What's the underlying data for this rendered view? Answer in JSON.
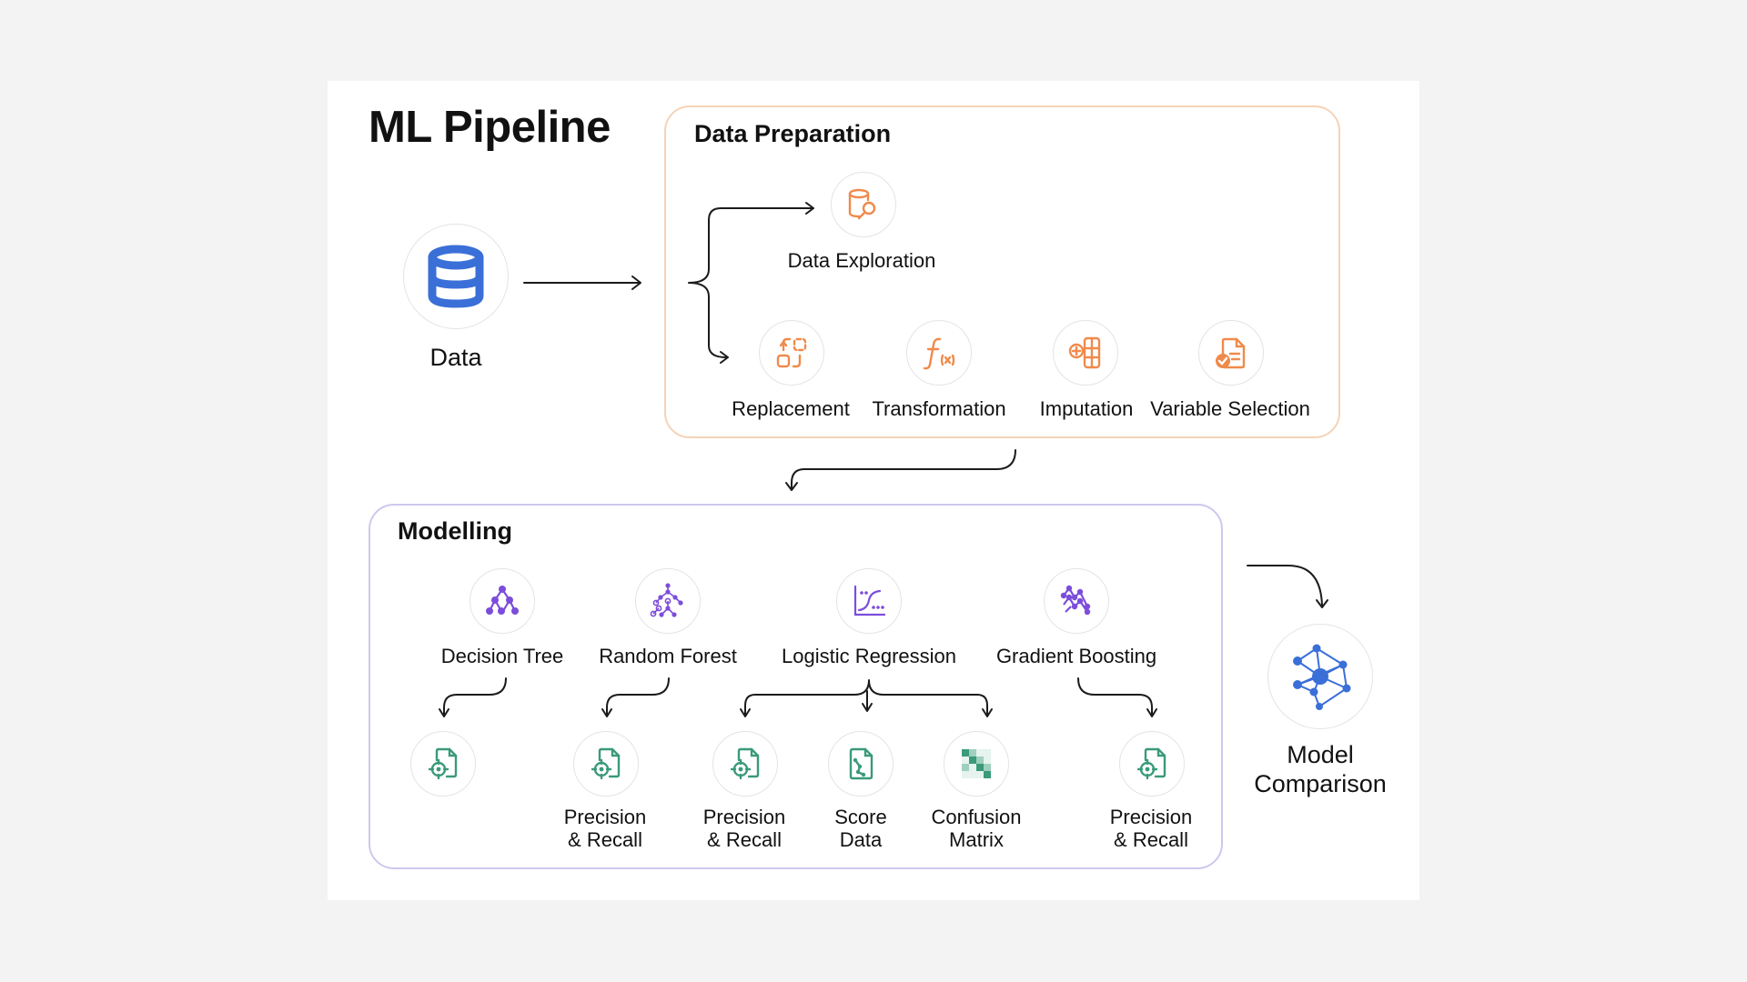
{
  "title": "ML Pipeline",
  "data_node": {
    "label": "Data",
    "icon": "database-icon"
  },
  "data_preparation": {
    "title": "Data Preparation",
    "exploration": {
      "label": "Data Exploration",
      "icon": "data-search-icon"
    },
    "steps": [
      {
        "label": "Replacement",
        "icon": "replacement-icon"
      },
      {
        "label": "Transformation",
        "icon": "function-icon"
      },
      {
        "label": "Imputation",
        "icon": "imputation-icon"
      },
      {
        "label": "Variable Selection",
        "icon": "document-check-icon"
      }
    ]
  },
  "modelling": {
    "title": "Modelling",
    "models": [
      {
        "label": "Decision Tree",
        "icon": "decision-tree-icon"
      },
      {
        "label": "Random Forest",
        "icon": "random-forest-icon"
      },
      {
        "label": "Logistic Regression",
        "icon": "logistic-curve-icon"
      },
      {
        "label": "Gradient Boosting",
        "icon": "gradient-boosting-icon"
      }
    ],
    "outputs": [
      {
        "label": "",
        "icon": "target-document-icon"
      },
      {
        "label_line1": "Precision",
        "label_line2": "& Recall",
        "icon": "target-document-icon"
      },
      {
        "label_line1": "Precision",
        "label_line2": "& Recall",
        "icon": "target-document-icon"
      },
      {
        "label_line1": "Score",
        "label_line2": "Data",
        "icon": "score-document-icon"
      },
      {
        "label_line1": "Confusion",
        "label_line2": "Matrix",
        "icon": "confusion-matrix-icon"
      },
      {
        "label_line1": "Precision",
        "label_line2": "& Recall",
        "icon": "target-document-icon"
      }
    ]
  },
  "comparison": {
    "label_line1": "Model",
    "label_line2": "Comparison",
    "icon": "neural-network-icon"
  },
  "colors": {
    "prep_border": "#f6d3b6",
    "model_border": "#cfc7ee",
    "orange_icon": "#f08a4b",
    "purple_icon": "#7c4ddb",
    "green_icon": "#3a9a7a",
    "blue_icon": "#3a6fd8"
  }
}
